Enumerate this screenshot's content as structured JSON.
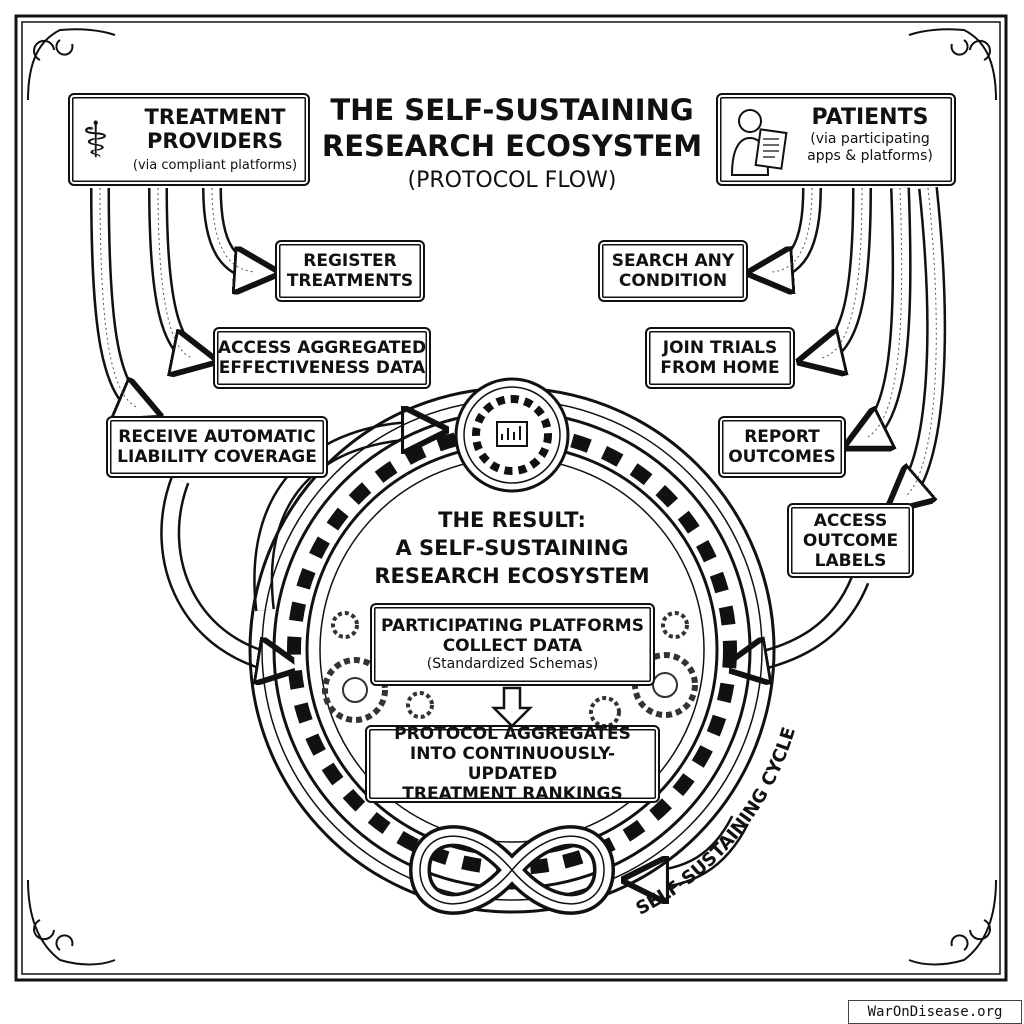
{
  "title": {
    "line1": "THE SELF-SUSTAINING",
    "line2": "RESEARCH ECOSYSTEM",
    "subtitle": "(PROTOCOL FLOW)"
  },
  "providers": {
    "title1": "TREATMENT",
    "title2": "PROVIDERS",
    "note": "(via compliant platforms)",
    "icon": "caduceus-icon"
  },
  "patients": {
    "title": "PATIENTS",
    "note1": "(via participating",
    "note2": "apps & platforms)",
    "icon": "doctor-tablet-icon"
  },
  "provider_actions": [
    {
      "l1": "REGISTER",
      "l2": "TREATMENTS"
    },
    {
      "l1": "ACCESS AGGREGATED",
      "l2": "EFFECTIVENESS DATA"
    },
    {
      "l1": "RECEIVE AUTOMATIC",
      "l2": "LIABILITY COVERAGE"
    }
  ],
  "patient_actions": [
    {
      "l1": "SEARCH ANY",
      "l2": "CONDITION"
    },
    {
      "l1": "JOIN TRIALS",
      "l2": "FROM HOME"
    },
    {
      "l1": "REPORT",
      "l2": "OUTCOMES"
    },
    {
      "l1": "ACCESS",
      "l2": "OUTCOME",
      "l3": "LABELS"
    }
  ],
  "result": {
    "l1": "THE RESULT:",
    "l2": "A SELF-SUSTAINING",
    "l3": "RESEARCH ECOSYSTEM"
  },
  "collect": {
    "l1": "PARTICIPATING PLATFORMS",
    "l2": "COLLECT DATA",
    "note": "(Standardized Schemas)"
  },
  "aggregate": {
    "l1": "PROTOCOL AGGREGATES",
    "l2": "INTO CONTINUOUSLY-UPDATED",
    "l3": "TREATMENT RANKINGS"
  },
  "cycle_label": "SELF-SUSTAINING CYCLE",
  "watermark": "WarOnDisease.org"
}
